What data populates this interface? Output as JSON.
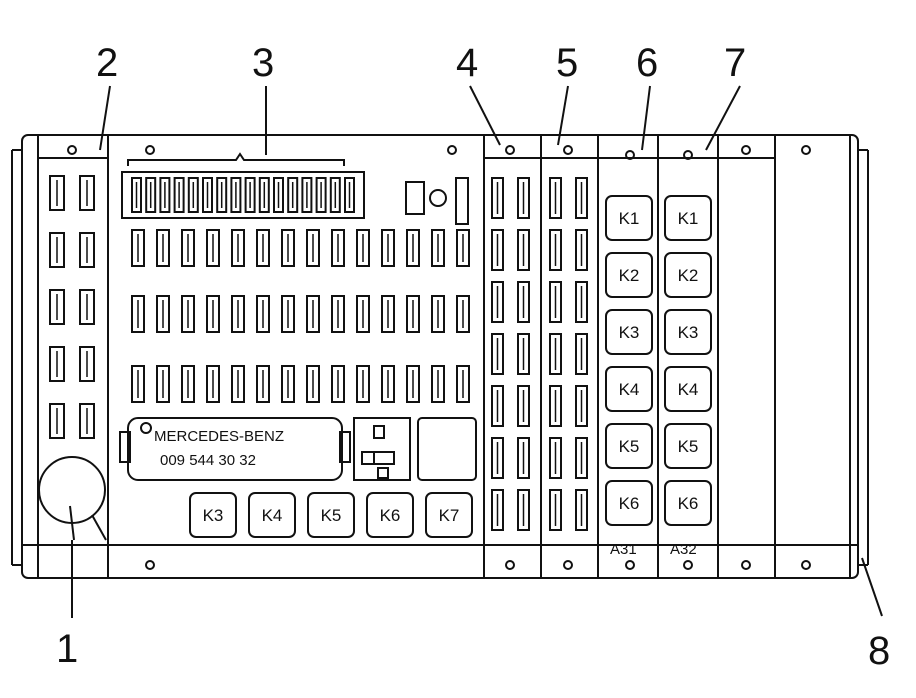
{
  "callouts": [
    "1",
    "2",
    "3",
    "4",
    "5",
    "6",
    "7",
    "8"
  ],
  "central_relays": [
    "K3",
    "K4",
    "K5",
    "K6",
    "K7"
  ],
  "module_a31": {
    "label": "A31",
    "relays": [
      "K1",
      "K2",
      "K3",
      "K4",
      "K5",
      "K6"
    ]
  },
  "module_a32": {
    "label": "A32",
    "relays": [
      "K1",
      "K2",
      "K3",
      "K4",
      "K5",
      "K6"
    ]
  },
  "nameplate": {
    "brand": "MERCEDES-BENZ",
    "part_number": "009 544 30 32"
  },
  "colors": {
    "line": "#111111",
    "background": "#ffffff"
  }
}
